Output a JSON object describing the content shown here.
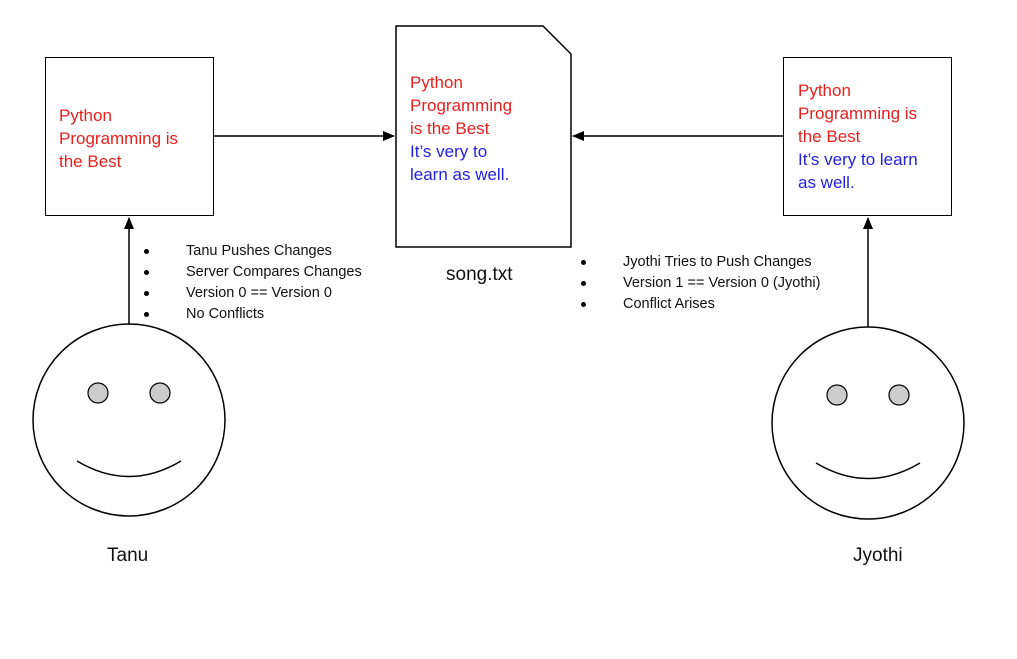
{
  "left_box": {
    "line1": "Python",
    "line2": "Programming is",
    "line3": "the Best"
  },
  "center_doc": {
    "red_line1": "Python",
    "red_line2": "Programming",
    "red_line3": "is the Best",
    "blue_line1": "It’s very to",
    "blue_line2": "learn as well.",
    "filename": "song.txt"
  },
  "right_box": {
    "red_line1": "Python",
    "red_line2": "Programming is",
    "red_line3": "the Best",
    "blue_line1": "It’s very to learn",
    "blue_line2": "as well."
  },
  "tanu_notes": [
    "Tanu Pushes Changes",
    "Server Compares Changes",
    "Version 0 == Version 0",
    "No Conflicts"
  ],
  "jyothi_notes": [
    "Jyothi Tries to Push Changes",
    "Version 1 == Version 0 (Jyothi)",
    "Conflict Arises"
  ],
  "people": {
    "left_name": "Tanu",
    "right_name": "Jyothi"
  },
  "colors": {
    "original_text": "#e8201e",
    "added_text": "#2222e6",
    "face_eye_fill": "#cccccc"
  },
  "icons": {
    "left_person": "smiley-face-icon",
    "right_person": "smiley-face-icon",
    "document": "document-icon"
  }
}
